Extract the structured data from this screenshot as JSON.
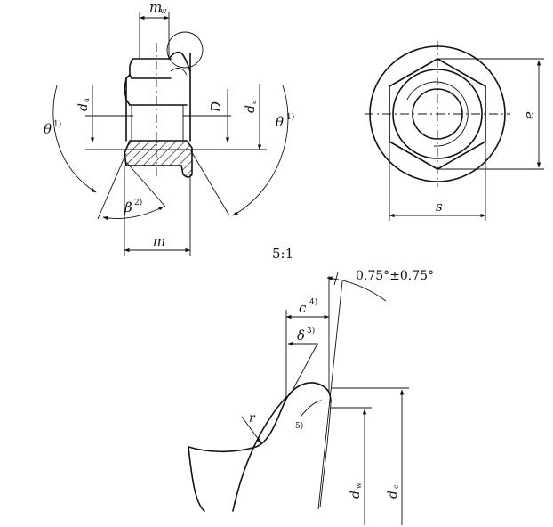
{
  "labels": {
    "mw": "m",
    "mw_sub": "w",
    "da_left": "d",
    "da_left_sub": "a",
    "D": "D",
    "da_right": "d",
    "da_right_sub": "a",
    "theta_left": "θ",
    "theta_left_sup": "1)",
    "theta_right": "θ",
    "theta_right_sup": "1)",
    "beta": "β",
    "beta_sup": "2)",
    "m": "m",
    "s": "s",
    "e": "e",
    "scale": "5:1",
    "angle_tol": "0.75°±0.75°",
    "c": "c",
    "c_sup": "4)",
    "delta": "δ",
    "delta_sup": "3)",
    "r": "r",
    "note5": "5)",
    "dw": "d",
    "dw_sub": "w",
    "dc": "d",
    "dc_sub": "c"
  }
}
